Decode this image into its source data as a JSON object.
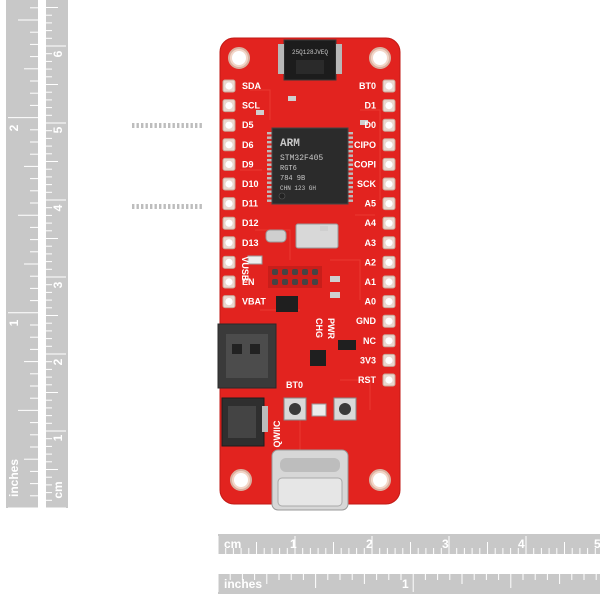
{
  "ruler_vertical": {
    "cm_label": "cm",
    "inches_label": "inches",
    "cm_numbers": [
      "6",
      "5",
      "4",
      "3",
      "2",
      "1"
    ],
    "inch_numbers": [
      "2",
      "1"
    ]
  },
  "ruler_horizontal": {
    "cm_label": "cm",
    "inches_label": "inches",
    "cm_numbers": [
      "1",
      "2",
      "3",
      "4",
      "5"
    ],
    "inch_numbers": [
      "1"
    ]
  },
  "board": {
    "color": "#e8251f",
    "left_pins": [
      "SDA",
      "SCL",
      "D5",
      "D6",
      "D9",
      "D10",
      "D11",
      "D12",
      "D13",
      "VUSB",
      "EN",
      "VBAT"
    ],
    "right_pins": [
      "BT0",
      "D1",
      "D0",
      "CIPO",
      "COPI",
      "SCK",
      "A5",
      "A4",
      "A3",
      "A2",
      "A1",
      "A0",
      "GND",
      "NC",
      "3V3",
      "RST"
    ],
    "mcu_text": {
      "brand": "ARM",
      "part": "STM32F405",
      "line2": "RGT6",
      "line3": "784     9B",
      "line4": "CHN 123  GH"
    },
    "flash_text": "25Q128JVEQ",
    "qwiic_label": "QWIIC",
    "bt0_label": "BT0",
    "chg_label": "CHG",
    "pwr_label": "PWR"
  }
}
